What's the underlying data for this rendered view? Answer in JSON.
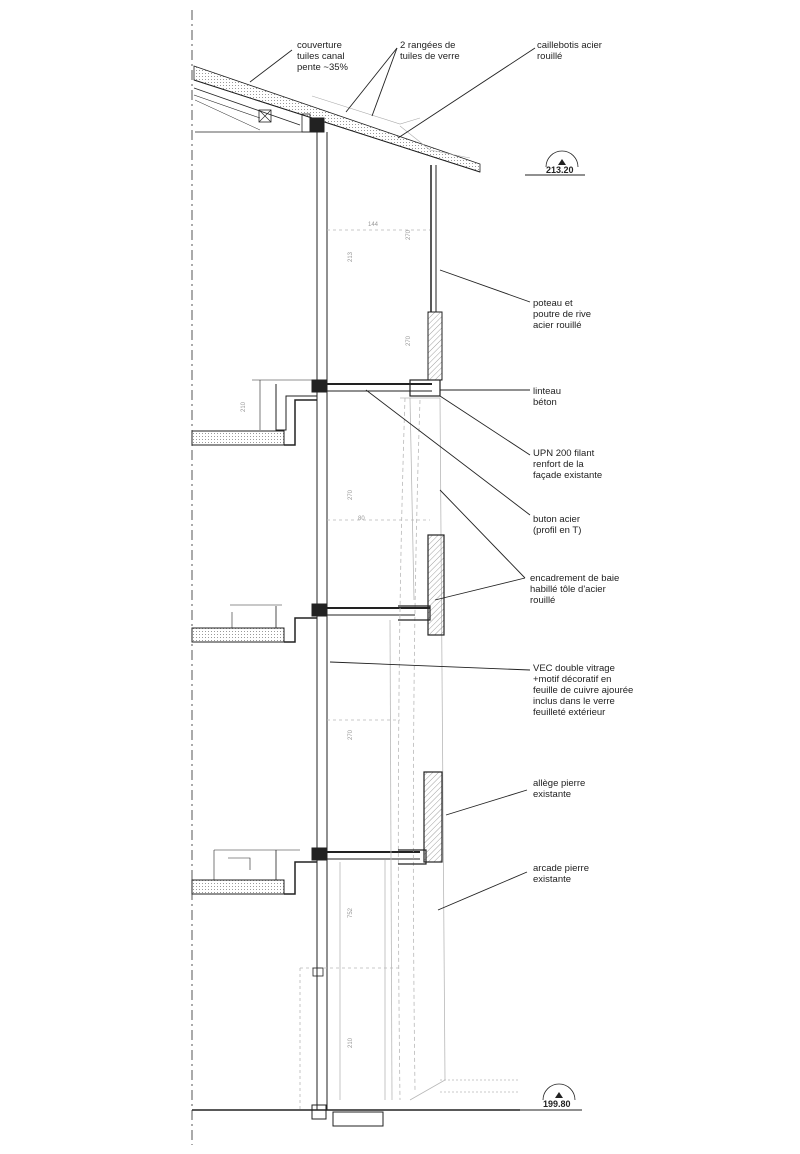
{
  "annotations": {
    "couverture": [
      "couverture",
      "tuiles canal",
      "pente ~35%"
    ],
    "rangees": [
      "2 rangées de",
      "tuiles de verre"
    ],
    "caillebotis": [
      "caillebotis acier",
      "rouillé"
    ],
    "poteau": [
      "poteau et",
      "poutre de rive",
      "acier rouillé"
    ],
    "linteau": [
      "linteau",
      "béton"
    ],
    "upn": [
      "UPN 200 filant",
      "renfort de la",
      "façade existante"
    ],
    "buton": [
      "buton acier",
      "(profil en T)"
    ],
    "encadrement": [
      "encadrement de baie",
      "habillé tôle d'acier",
      "rouillé"
    ],
    "vec": [
      "VEC double vitrage",
      "+motif décoratif en",
      "feuille de cuivre ajourée",
      "inclus dans le verre",
      "feuilleté extérieur"
    ],
    "allege": [
      "allège pierre",
      "existante"
    ],
    "arcade": [
      "arcade pierre",
      "existante"
    ]
  },
  "levels": {
    "top": "213.20",
    "bottom": "199.80"
  },
  "dimensions": [
    "144",
    "213",
    "270",
    "270",
    "270",
    "270",
    "210",
    "80",
    "752",
    "210"
  ],
  "colors": {
    "line": "#222222",
    "faint": "#b8b8b8",
    "hatch": "#888888"
  }
}
